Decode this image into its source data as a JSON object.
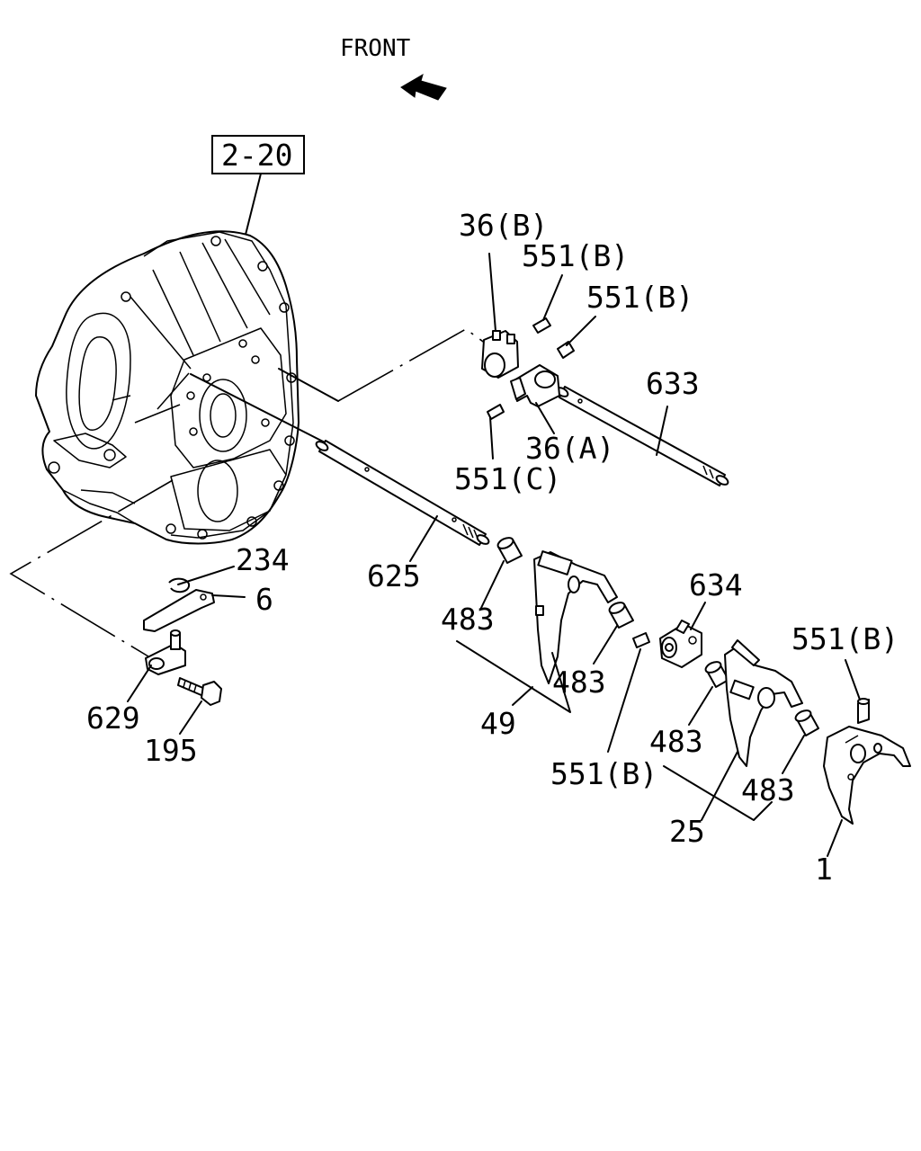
{
  "front_label": "FRONT",
  "reference_box": "2-20",
  "callouts": {
    "c36b": "36(B)",
    "c551b_1": "551(B)",
    "c551b_2": "551(B)",
    "c633": "633",
    "c36a": "36(A)",
    "c551c": "551(C)",
    "c234": "234",
    "c6": "6",
    "c625": "625",
    "c634": "634",
    "c551b_3": "551(B)",
    "c483_1": "483",
    "c483_2": "483",
    "c483_3": "483",
    "c483_4": "483",
    "c629": "629",
    "c195": "195",
    "c49": "49",
    "c551b_4": "551(B)",
    "c25": "25",
    "c1": "1"
  },
  "icons": {
    "front_arrow": "arrow-left-icon"
  }
}
